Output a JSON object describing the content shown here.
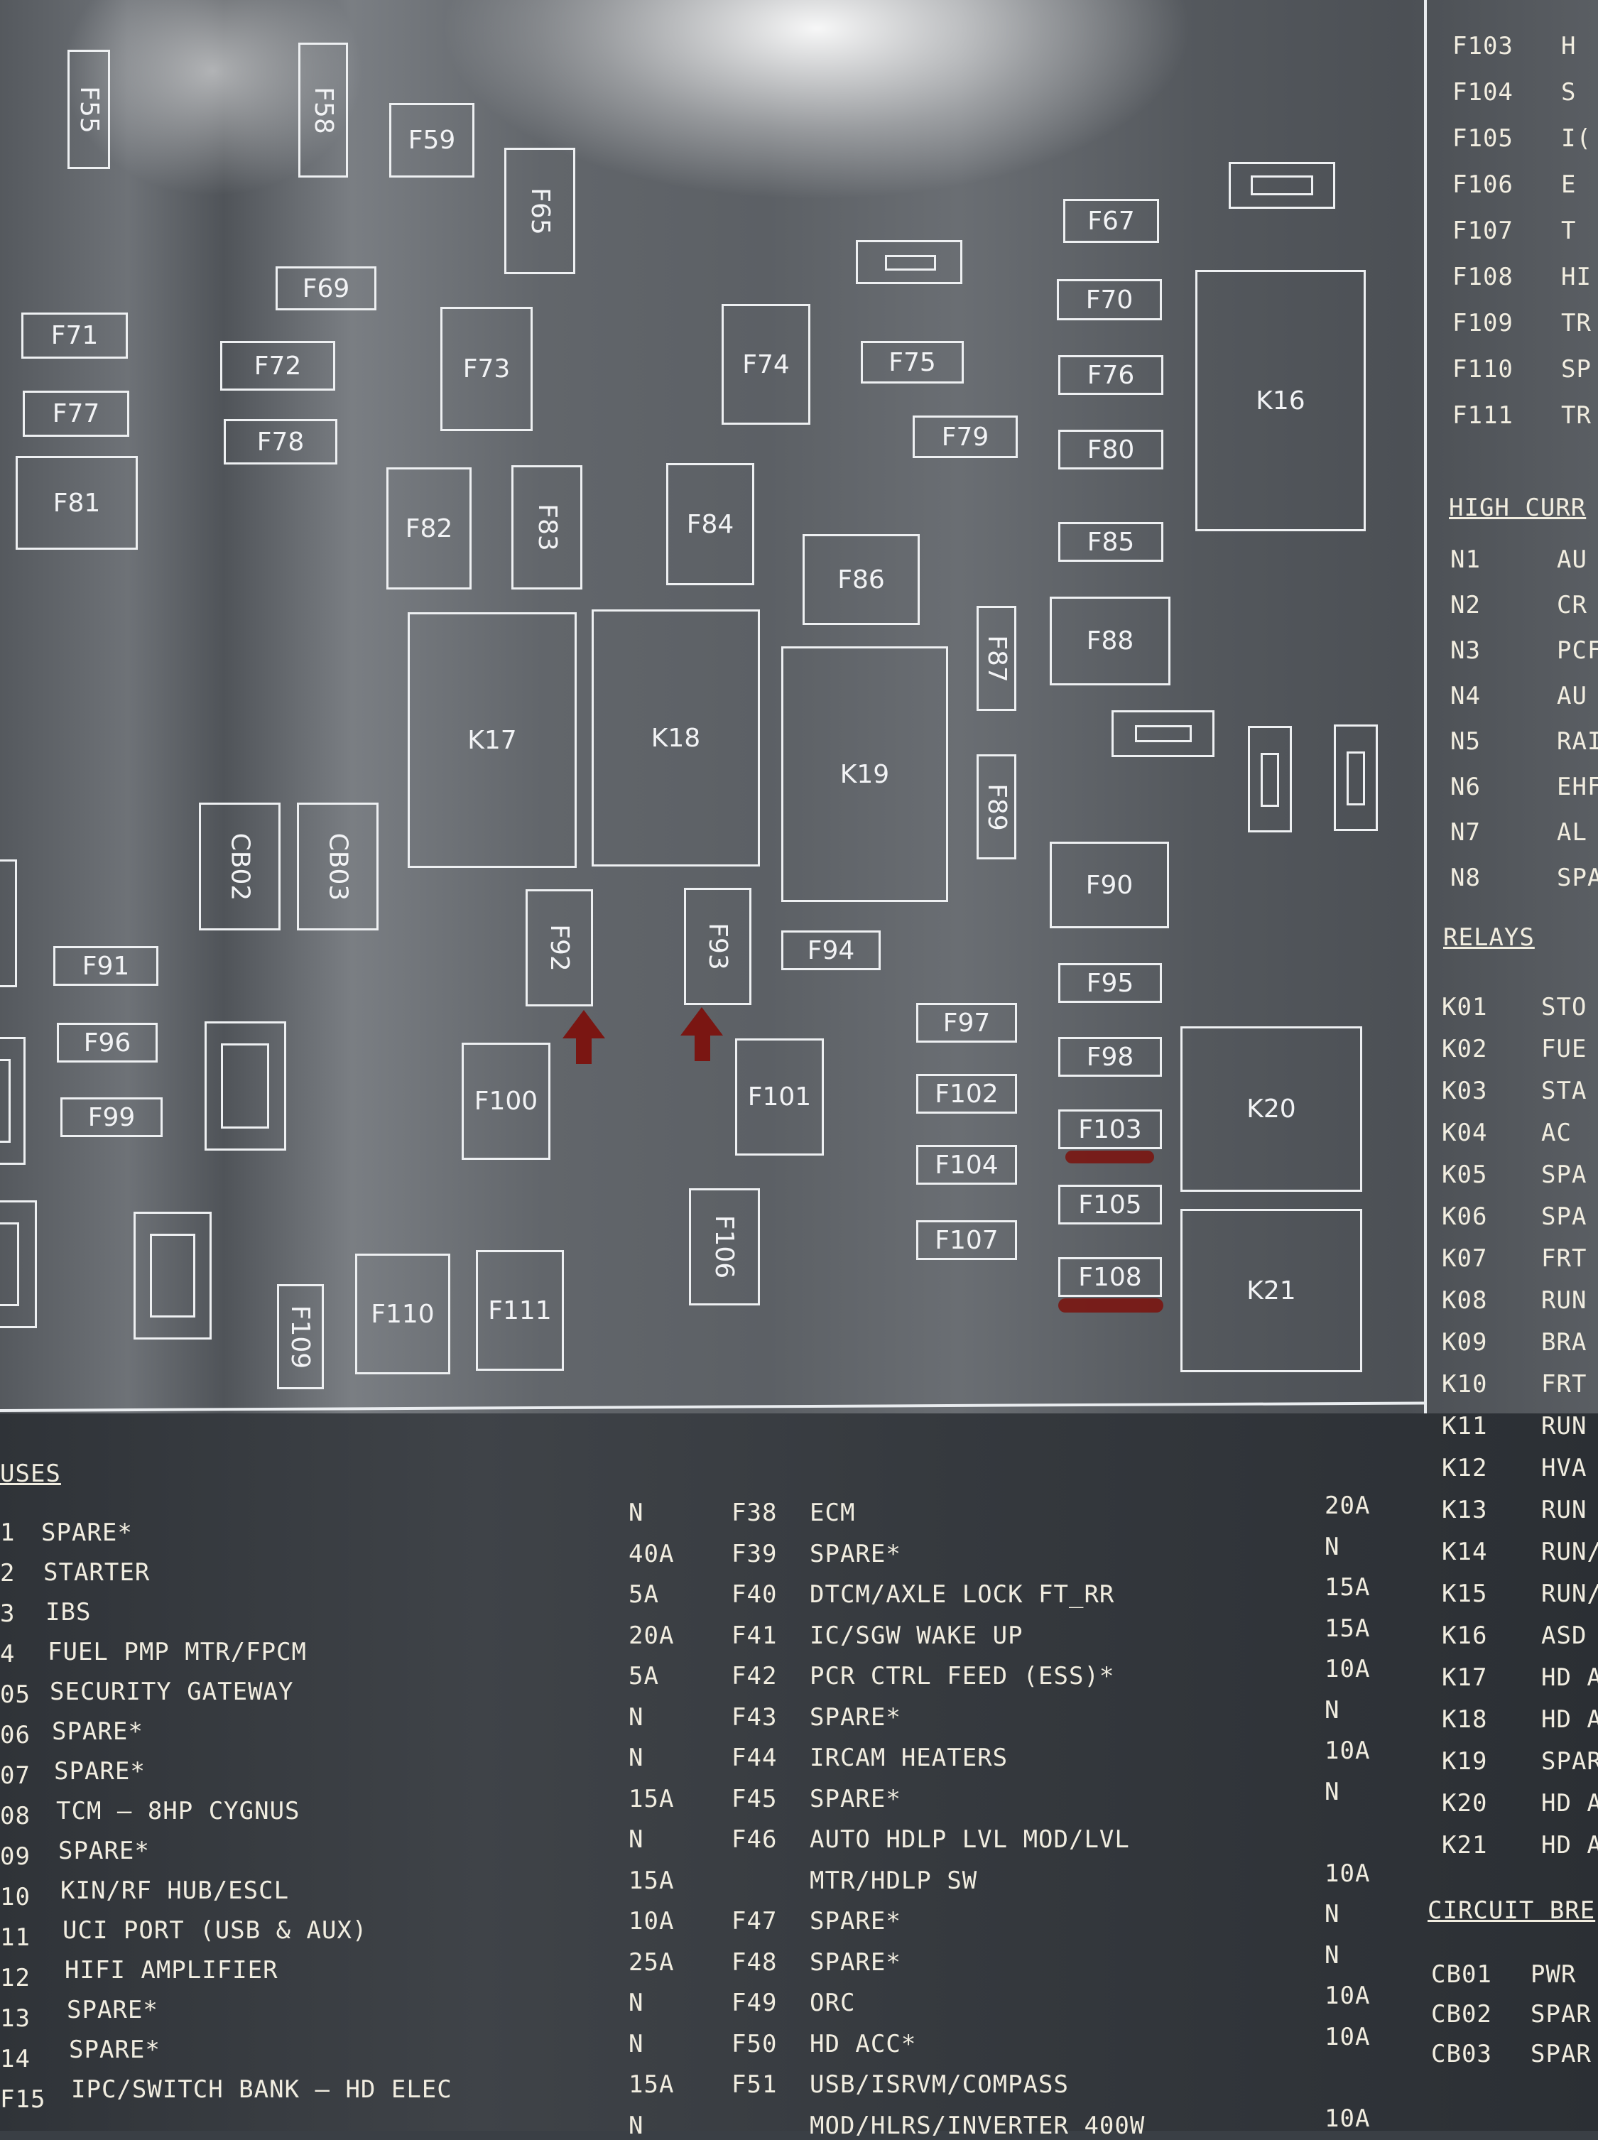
{
  "fuse_boxes": [
    {
      "label": "F55"
    },
    {
      "label": "F58"
    },
    {
      "label": "F59"
    },
    {
      "label": "F65"
    },
    {
      "label": "F67"
    },
    {
      "label": "F69"
    },
    {
      "label": "F70"
    },
    {
      "label": "F71"
    },
    {
      "label": "F72"
    },
    {
      "label": "F73"
    },
    {
      "label": "F74"
    },
    {
      "label": "F75"
    },
    {
      "label": "F76"
    },
    {
      "label": "K16"
    },
    {
      "label": "F77"
    },
    {
      "label": "F78"
    },
    {
      "label": "F79"
    },
    {
      "label": "F80"
    },
    {
      "label": "F81"
    },
    {
      "label": "F82"
    },
    {
      "label": "F83"
    },
    {
      "label": "F84"
    },
    {
      "label": "F85"
    },
    {
      "label": "F86"
    },
    {
      "label": "F87"
    },
    {
      "label": "F88"
    },
    {
      "label": "K17"
    },
    {
      "label": "K18"
    },
    {
      "label": "K19"
    },
    {
      "label": "F89"
    },
    {
      "label": "CB02"
    },
    {
      "label": "CB03"
    },
    {
      "label": "F90"
    },
    {
      "label": "F91"
    },
    {
      "label": "F92"
    },
    {
      "label": "F93"
    },
    {
      "label": "F94"
    },
    {
      "label": "F95"
    },
    {
      "label": "F96"
    },
    {
      "label": "F97"
    },
    {
      "label": "F98"
    },
    {
      "label": "K20"
    },
    {
      "label": "F99"
    },
    {
      "label": "F100"
    },
    {
      "label": "F101"
    },
    {
      "label": "F102"
    },
    {
      "label": "F103"
    },
    {
      "label": "F104"
    },
    {
      "label": "F105"
    },
    {
      "label": "F106"
    },
    {
      "label": "F107"
    },
    {
      "label": "F108"
    },
    {
      "label": "K21"
    },
    {
      "label": "F109"
    },
    {
      "label": "F110"
    },
    {
      "label": "F111"
    }
  ],
  "right_fuses": [
    {
      "id": "F103",
      "text": "H"
    },
    {
      "id": "F104",
      "text": "S"
    },
    {
      "id": "F105",
      "text": "I("
    },
    {
      "id": "F106",
      "text": "E"
    },
    {
      "id": "F107",
      "text": "T"
    },
    {
      "id": "F108",
      "text": "HI"
    },
    {
      "id": "F109",
      "text": "TR"
    },
    {
      "id": "F110",
      "text": "SP"
    },
    {
      "id": "F111",
      "text": "TR"
    }
  ],
  "high_current_header": "HIGH CURR",
  "high_current": [
    {
      "id": "N1",
      "text": "AU"
    },
    {
      "id": "N2",
      "text": "CR"
    },
    {
      "id": "N3",
      "text": "PCF"
    },
    {
      "id": "N4",
      "text": "AU"
    },
    {
      "id": "N5",
      "text": "RAI"
    },
    {
      "id": "N6",
      "text": "EHF"
    },
    {
      "id": "N7",
      "text": "AL"
    },
    {
      "id": "N8",
      "text": "SPA"
    }
  ],
  "relays_header": "RELAYS",
  "relays": [
    {
      "id": "K01",
      "text": "STO"
    },
    {
      "id": "K02",
      "text": "FUE"
    },
    {
      "id": "K03",
      "text": "STA"
    },
    {
      "id": "K04",
      "text": "AC"
    },
    {
      "id": "K05",
      "text": "SPA"
    },
    {
      "id": "K06",
      "text": "SPA"
    },
    {
      "id": "K07",
      "text": "FRT"
    },
    {
      "id": "K08",
      "text": "RUN"
    },
    {
      "id": "K09",
      "text": "BRA"
    },
    {
      "id": "K10",
      "text": "FRT"
    },
    {
      "id": "K11",
      "text": "RUN"
    },
    {
      "id": "K12",
      "text": "HVA"
    },
    {
      "id": "K13",
      "text": "RUN"
    },
    {
      "id": "K14",
      "text": "RUN/"
    },
    {
      "id": "K15",
      "text": "RUN/"
    },
    {
      "id": "K16",
      "text": "ASD"
    },
    {
      "id": "K17",
      "text": "HD A"
    },
    {
      "id": "K18",
      "text": "HD A"
    },
    {
      "id": "K19",
      "text": "SPAR"
    },
    {
      "id": "K20",
      "text": "HD A"
    },
    {
      "id": "K21",
      "text": "HD A"
    }
  ],
  "cb_header": "CIRCUIT BRE",
  "circuit_breakers": [
    {
      "id": "CB01",
      "text": "PWR"
    },
    {
      "id": "CB02",
      "text": "SPAR"
    },
    {
      "id": "CB03",
      "text": "SPAR"
    }
  ],
  "fuses_header": "USES",
  "left_list": [
    {
      "id": "1",
      "desc": "SPARE*"
    },
    {
      "id": "2",
      "desc": "STARTER"
    },
    {
      "id": "3",
      "desc": "IBS"
    },
    {
      "id": "4",
      "desc": "FUEL PMP MTR/FPCM"
    },
    {
      "id": "05",
      "desc": "SECURITY GATEWAY"
    },
    {
      "id": "06",
      "desc": "SPARE*"
    },
    {
      "id": "07",
      "desc": "SPARE*"
    },
    {
      "id": "08",
      "desc": "TCM — 8HP CYGNUS"
    },
    {
      "id": "09",
      "desc": "SPARE*"
    },
    {
      "id": "10",
      "desc": "KIN/RF HUB/ESCL"
    },
    {
      "id": "11",
      "desc": "UCI PORT (USB & AUX)"
    },
    {
      "id": "12",
      "desc": "HIFI AMPLIFIER"
    },
    {
      "id": "13",
      "desc": "SPARE*"
    },
    {
      "id": "14",
      "desc": "SPARE*"
    },
    {
      "id": "F15",
      "desc": "IPC/SWITCH BANK — HD ELEC"
    }
  ],
  "middle_list": [
    {
      "rating_left": "N",
      "id": "F38",
      "desc": "ECM",
      "rating_right": "20A"
    },
    {
      "rating_left": "40A",
      "id": "F39",
      "desc": "SPARE*",
      "rating_right": "N"
    },
    {
      "rating_left": "5A",
      "id": "F40",
      "desc": "DTCM/AXLE LOCK FT_RR",
      "rating_right": "15A"
    },
    {
      "rating_left": "20A",
      "id": "F41",
      "desc": "IC/SGW WAKE UP",
      "rating_right": "15A"
    },
    {
      "rating_left": "5A",
      "id": "F42",
      "desc": "PCR CTRL FEED (ESS)*",
      "rating_right": "10A"
    },
    {
      "rating_left": "N",
      "id": "F43",
      "desc": "SPARE*",
      "rating_right": "N"
    },
    {
      "rating_left": "N",
      "id": "F44",
      "desc": "IRCAM HEATERS",
      "rating_right": "10A"
    },
    {
      "rating_left": "15A",
      "id": "F45",
      "desc": "SPARE*",
      "rating_right": "N"
    },
    {
      "rating_left": "N",
      "id": "F46",
      "desc": "AUTO HDLP LVL MOD/LVL",
      "rating_right": ""
    },
    {
      "rating_left": "15A",
      "id": "",
      "desc": "MTR/HDLP SW",
      "rating_right": "10A"
    },
    {
      "rating_left": "10A",
      "id": "F47",
      "desc": "SPARE*",
      "rating_right": "N"
    },
    {
      "rating_left": "25A",
      "id": "F48",
      "desc": "SPARE*",
      "rating_right": "N"
    },
    {
      "rating_left": "N",
      "id": "F49",
      "desc": "ORC",
      "rating_right": "10A"
    },
    {
      "rating_left": "N",
      "id": "F50",
      "desc": "HD ACC*",
      "rating_right": "10A"
    },
    {
      "rating_left": "15A",
      "id": "F51",
      "desc": "USB/ISRVM/COMPASS",
      "rating_right": ""
    },
    {
      "rating_left": "N",
      "id": "",
      "desc": "MOD/HLRS/INVERTER 400W",
      "rating_right": "10A"
    }
  ]
}
